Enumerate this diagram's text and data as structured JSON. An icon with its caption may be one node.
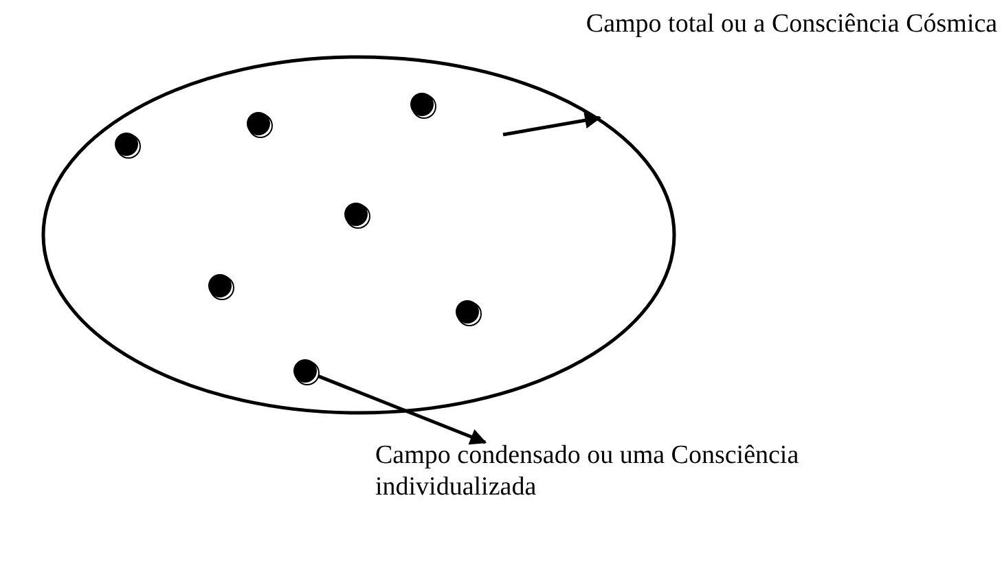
{
  "diagram": {
    "nodes": [
      {
        "text": [],
        "shape": "ellipse"
      },
      {
        "text": [],
        "shape": "circle",
        "in": 0
      },
      {
        "text": [],
        "shape": "circle",
        "in": 0
      },
      {
        "text": [],
        "shape": "circle",
        "in": 0
      },
      {
        "text": [],
        "shape": "circle",
        "in": 0
      },
      {
        "text": [],
        "shape": "circle",
        "in": 0
      },
      {
        "text": [],
        "shape": "circle",
        "in": 0
      },
      {
        "text": [],
        "shape": "circle",
        "in": 0
      },
      {
        "text": [
          "Campo condensado ou uma Consciência individualizada"
        ]
      }
    ],
    "edges": [
      {
        "from": null,
        "to": 0,
        "arrow": "to"
      },
      {
        "from": 4,
        "to": 8,
        "arrow": "to"
      }
    ],
    "labels": [
      "Campo total ou a Consciência Cósmica"
    ]
  }
}
